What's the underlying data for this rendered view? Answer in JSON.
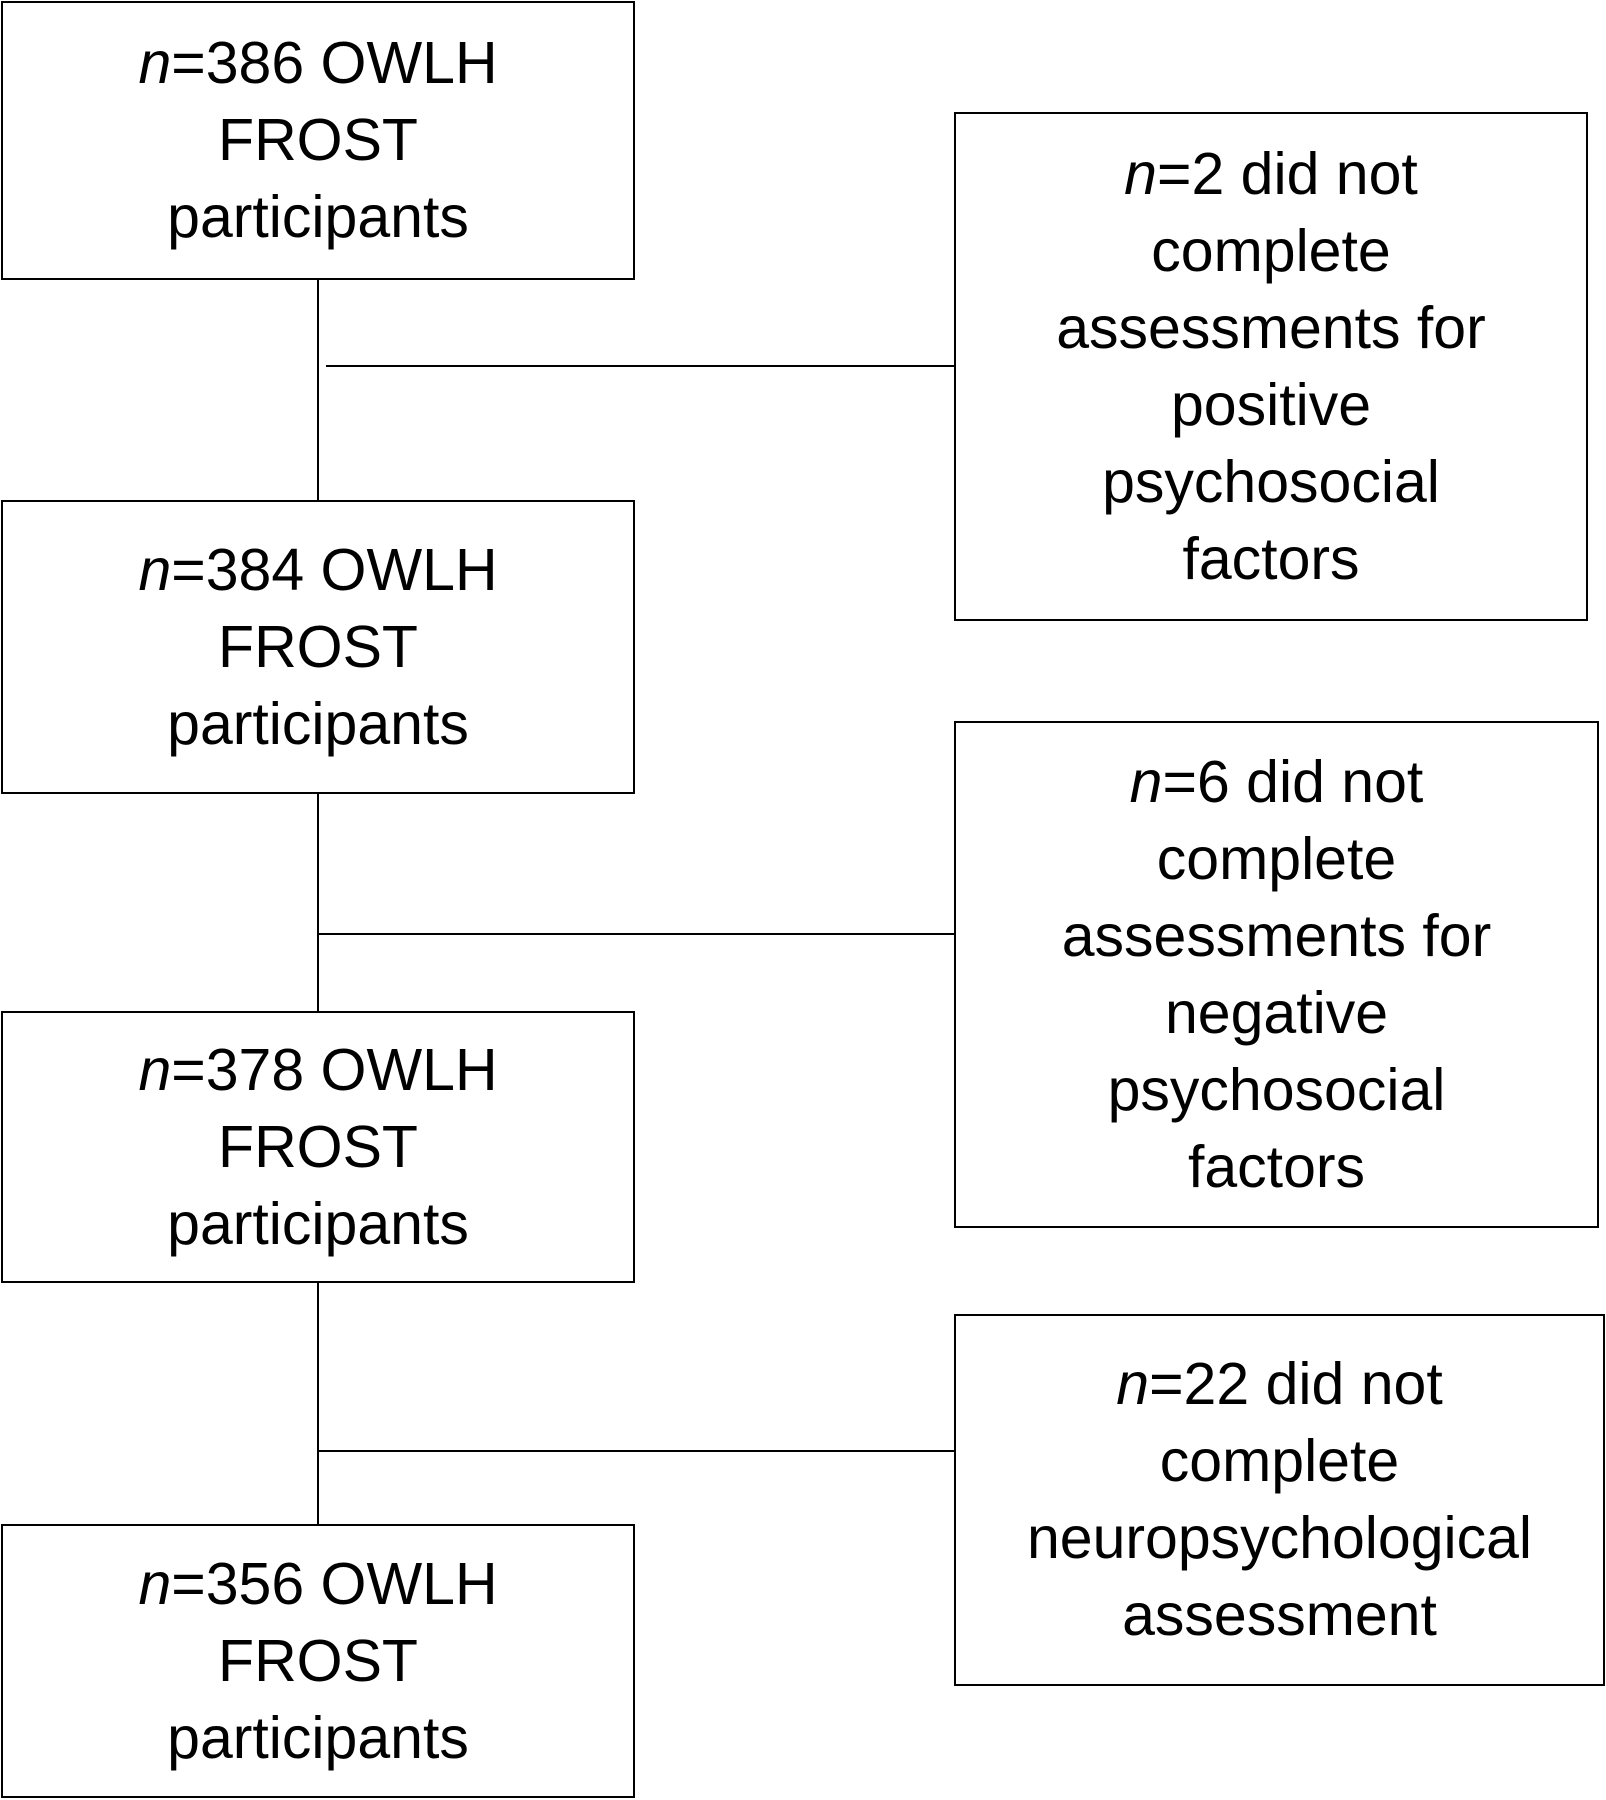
{
  "diagram": {
    "main_boxes": [
      {
        "n_symbol": "n",
        "first_line": "=386 OWLH",
        "lines": [
          "FROST",
          "participants"
        ]
      },
      {
        "n_symbol": "n",
        "first_line": "=384 OWLH",
        "lines": [
          "FROST",
          "participants"
        ]
      },
      {
        "n_symbol": "n",
        "first_line": "=378 OWLH",
        "lines": [
          "FROST",
          "participants"
        ]
      },
      {
        "n_symbol": "n",
        "first_line": "=356 OWLH",
        "lines": [
          "FROST",
          "participants"
        ]
      }
    ],
    "exclusion_boxes": [
      {
        "n_symbol": "n",
        "first_line": "=2 did not",
        "lines": [
          "complete",
          "assessments for",
          "positive",
          "psychosocial",
          "factors"
        ]
      },
      {
        "n_symbol": "n",
        "first_line": "=6 did not",
        "lines": [
          "complete",
          "assessments for",
          "negative",
          "psychosocial",
          "factors"
        ]
      },
      {
        "n_symbol": "n",
        "first_line": "=22 did not",
        "lines": [
          "complete",
          "neuropsychological",
          "assessment"
        ]
      }
    ]
  }
}
